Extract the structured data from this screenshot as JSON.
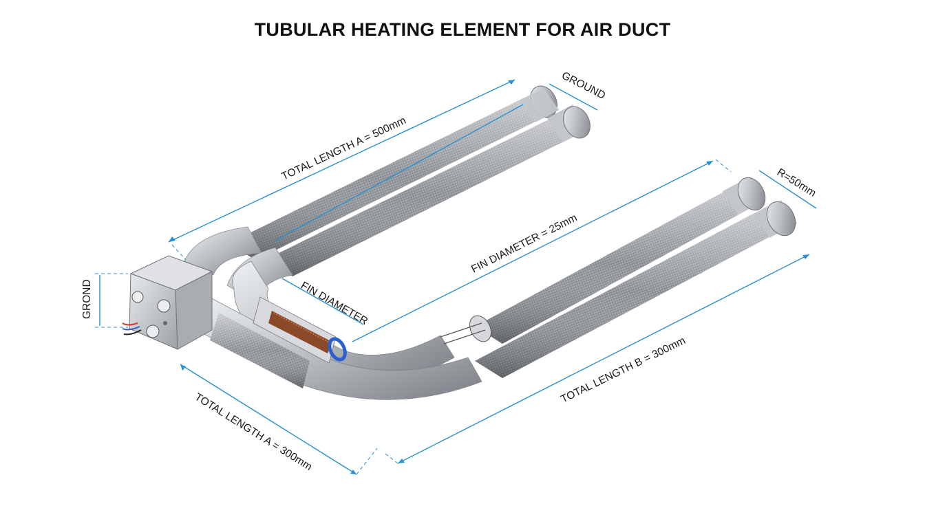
{
  "title": "TUBULAR HEATING ELEMENT FOR AIR DUCT",
  "labels": {
    "total_length_a_top": "TOTAL LENGTH A = 500mm",
    "ground_top": "GROUND",
    "r_radius": "R=50mm",
    "fin_diameter_value": "FIN DIAMETER = 25mm",
    "fin_diameter": "FIN DIAMETER",
    "grond_left": "GROND",
    "total_length_a_bottom": "TOTAL LENGTH A = 300mm",
    "total_length_b": "TOTAL LENGTH B = 300mm"
  },
  "colors": {
    "dimension_line": "#2a8fd0",
    "tube_metal": "#a9adb2",
    "fin_mesh": "#8f949a",
    "coil": "#8a4a2a",
    "wire_red": "#d23a2a",
    "wire_blue": "#2a5fd0"
  }
}
